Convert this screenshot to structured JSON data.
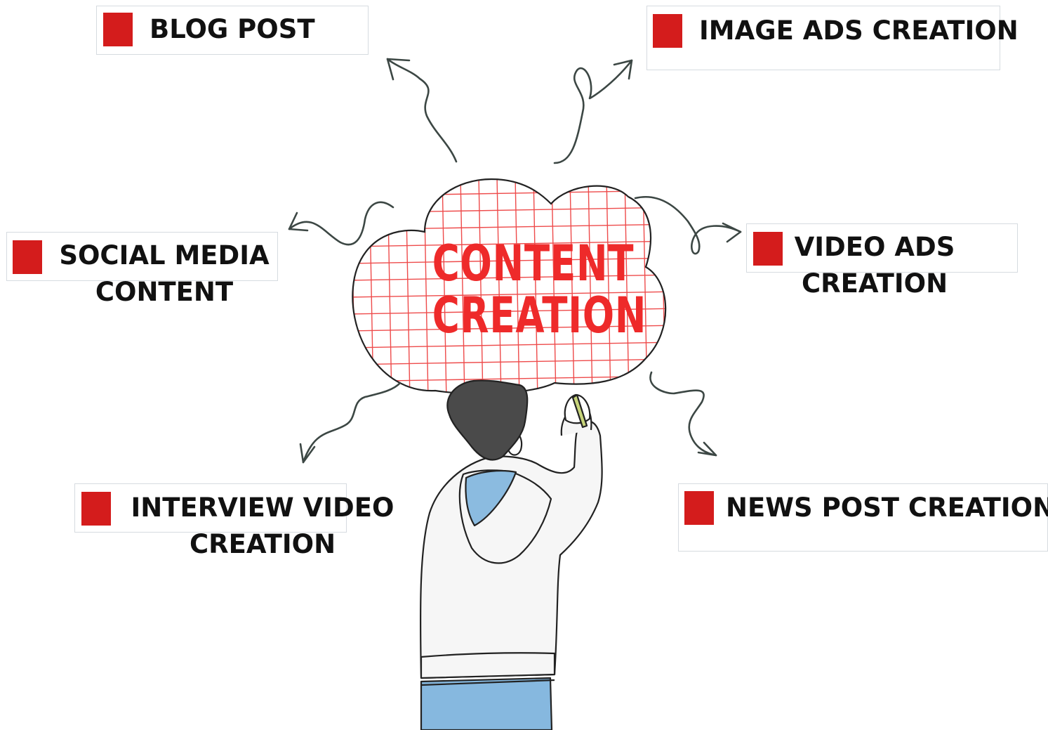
{
  "title": {
    "line1": "CONTENT",
    "line2": "CREATION"
  },
  "colors": {
    "accent": "#d41c1c",
    "cloud_text": "#ee2a2a",
    "grid": "#ee4b4b",
    "hoodie_inner": "#8bbbe0",
    "hair": "#4a4a4a",
    "arrow": "#3c4744"
  },
  "items": {
    "blog_post": {
      "label": "BLOG POST"
    },
    "image_ads": {
      "label": "IMAGE ADS CREATION"
    },
    "social_media": {
      "line1": "SOCIAL MEDIA",
      "line2": "CONTENT"
    },
    "video_ads": {
      "line1": "VIDEO ADS",
      "line2": "CREATION"
    },
    "interview_video": {
      "line1": "INTERVIEW VIDEO",
      "line2": "CREATION"
    },
    "news_post": {
      "label": "NEWS POST CREATION"
    }
  }
}
